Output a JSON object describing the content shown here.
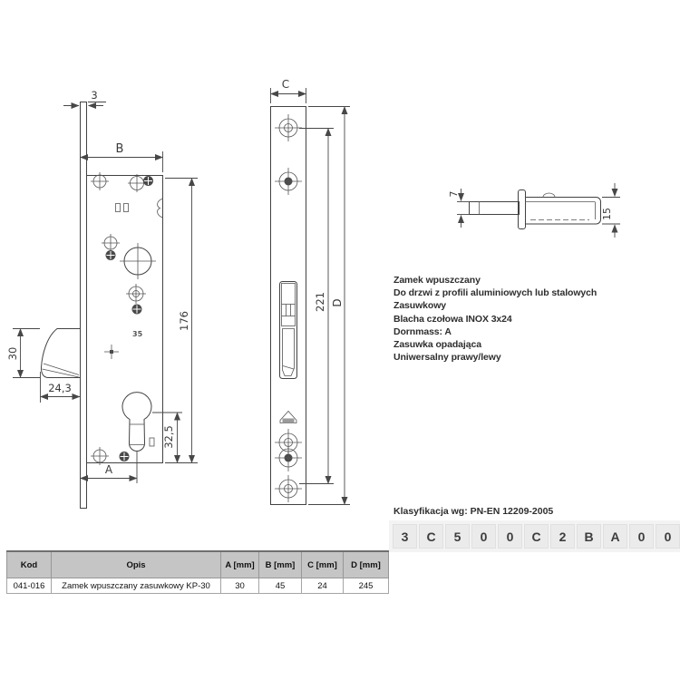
{
  "drawing_lock_body": {
    "dim_faceplate_thickness": "3",
    "dim_body_width": "B",
    "dim_body_height": "176",
    "dim_latch_height": "30",
    "dim_latch_depth": "24,3",
    "dim_cylinder_to_bottom": "32,5",
    "dim_backset": "A",
    "stamp": "35"
  },
  "drawing_faceplate": {
    "dim_width": "C",
    "dim_hole_span": "221",
    "dim_height": "D"
  },
  "drawing_bolt_side": {
    "dim_bolt_thickness": "7",
    "dim_body_height": "15"
  },
  "description": {
    "lines": [
      "Zamek wpuszczany",
      "Do drzwi z profili aluminiowych lub stalowych",
      "Zasuwkowy",
      "Blacha czołowa INOX 3x24",
      "Dornmass: A",
      "Zasuwka opadająca",
      "Uniwersalny prawy/lewy"
    ]
  },
  "classification": {
    "label": "Klasyfikacja wg: PN-EN 12209-2005",
    "code": [
      "3",
      "C",
      "5",
      "0",
      "0",
      "C",
      "2",
      "B",
      "A",
      "0",
      "0"
    ]
  },
  "spec_table": {
    "headers": [
      "Kod",
      "Opis",
      "A [mm]",
      "B [mm]",
      "C [mm]",
      "D [mm]"
    ],
    "rows": [
      [
        "041-016",
        "Zamek wpuszczany zasuwkowy KP-30",
        "30",
        "45",
        "24",
        "245"
      ]
    ]
  },
  "colors": {
    "line": "#424242",
    "table_header_bg": "#c5c5c5",
    "code_cell_bg": "#ebebeb"
  }
}
